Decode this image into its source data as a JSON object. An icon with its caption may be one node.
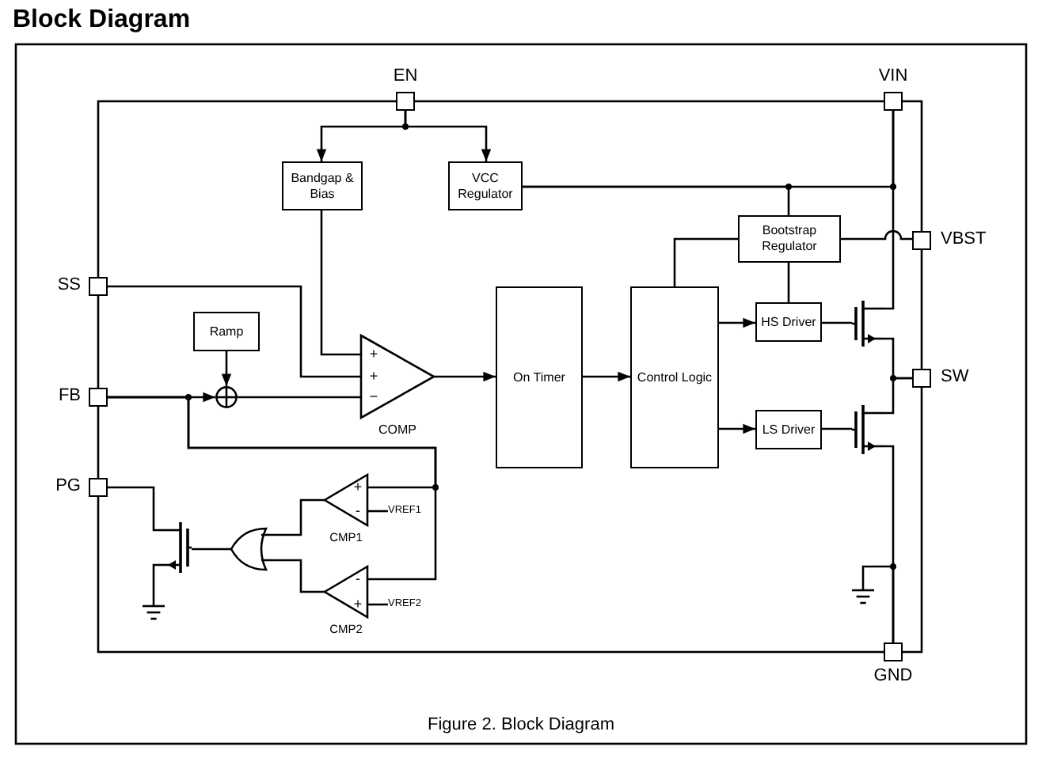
{
  "diagram": {
    "title": "Block Diagram",
    "caption": "Figure 2. Block Diagram",
    "nodes": [
      {
        "text": [
          "EN"
        ]
      },
      {
        "text": [
          "VIN"
        ]
      },
      {
        "text": [
          "SS"
        ]
      },
      {
        "text": [
          "VBST"
        ]
      },
      {
        "text": [
          "FB"
        ]
      },
      {
        "text": [
          "SW"
        ]
      },
      {
        "text": [
          "PG"
        ]
      },
      {
        "text": [
          "GND"
        ]
      },
      {
        "text": [
          "Bandgap & Bias"
        ]
      },
      {
        "text": [
          "VCC Regulator"
        ]
      },
      {
        "text": [
          "Bootstrap Regulator"
        ]
      },
      {
        "text": [
          "Ramp"
        ]
      },
      {
        "text": [],
        "shape": "circle"
      },
      {
        "text": [
          "COMP"
        ]
      },
      {
        "text": [
          "On Timer"
        ]
      },
      {
        "text": [
          "Control Logic"
        ]
      },
      {
        "text": [
          "HS Driver"
        ]
      },
      {
        "text": [
          "LS Driver"
        ]
      },
      {
        "text": [],
        "shape": "transistor"
      },
      {
        "text": [],
        "shape": "transistor"
      },
      {
        "text": [
          "CMP1"
        ]
      },
      {
        "text": [
          "CMP2"
        ]
      },
      {
        "text": [],
        "shape": "gate"
      },
      {
        "text": [],
        "shape": "transistor"
      },
      {
        "text": [],
        "shape": "ground"
      },
      {
        "text": [],
        "shape": "ground"
      },
      {
        "text": [
          "VREF1"
        ]
      },
      {
        "text": [
          "VREF2"
        ]
      }
    ],
    "edges": [
      {
        "from": 0,
        "to": 8,
        "arrow": "to"
      },
      {
        "from": 0,
        "to": 9,
        "arrow": "to"
      },
      {
        "from": 8,
        "to": 13,
        "arrow": "none"
      },
      {
        "from": 2,
        "to": 13,
        "arrow": "none"
      },
      {
        "from": 11,
        "to": 12,
        "arrow": "to"
      },
      {
        "from": 4,
        "to": 12,
        "arrow": "to"
      },
      {
        "from": 12,
        "to": 13,
        "arrow": "none"
      },
      {
        "from": 13,
        "to": 14,
        "arrow": "to"
      },
      {
        "from": 14,
        "to": 15,
        "arrow": "to"
      },
      {
        "from": 15,
        "to": 16,
        "arrow": "to"
      },
      {
        "from": 15,
        "to": 17,
        "arrow": "to"
      },
      {
        "from": 15,
        "to": 10,
        "arrow": "none"
      },
      {
        "from": 9,
        "to": 10,
        "arrow": "none"
      },
      {
        "from": 9,
        "to": 1,
        "arrow": "none"
      },
      {
        "from": 10,
        "to": 3,
        "arrow": "none"
      },
      {
        "from": 10,
        "to": 16,
        "arrow": "none"
      },
      {
        "from": 16,
        "to": 18,
        "arrow": "none"
      },
      {
        "from": 17,
        "to": 19,
        "arrow": "none"
      },
      {
        "from": 1,
        "to": 18,
        "arrow": "none"
      },
      {
        "from": 18,
        "to": 5,
        "arrow": "none"
      },
      {
        "from": 19,
        "to": 5,
        "arrow": "none"
      },
      {
        "from": 19,
        "to": 7,
        "arrow": "none"
      },
      {
        "from": 25,
        "to": 7,
        "arrow": "none"
      },
      {
        "from": 4,
        "to": 20,
        "arrow": "none"
      },
      {
        "from": 4,
        "to": 21,
        "arrow": "none"
      },
      {
        "from": 26,
        "to": 20,
        "arrow": "none"
      },
      {
        "from": 27,
        "to": 21,
        "arrow": "none"
      },
      {
        "from": 20,
        "to": 22,
        "arrow": "none"
      },
      {
        "from": 21,
        "to": 22,
        "arrow": "none"
      },
      {
        "from": 22,
        "to": 23,
        "arrow": "none"
      },
      {
        "from": 6,
        "to": 23,
        "arrow": "none"
      },
      {
        "from": 23,
        "to": 24,
        "arrow": "none"
      }
    ],
    "labels": [
      "+",
      "+",
      "−",
      "+",
      "-",
      "-",
      "+"
    ]
  }
}
